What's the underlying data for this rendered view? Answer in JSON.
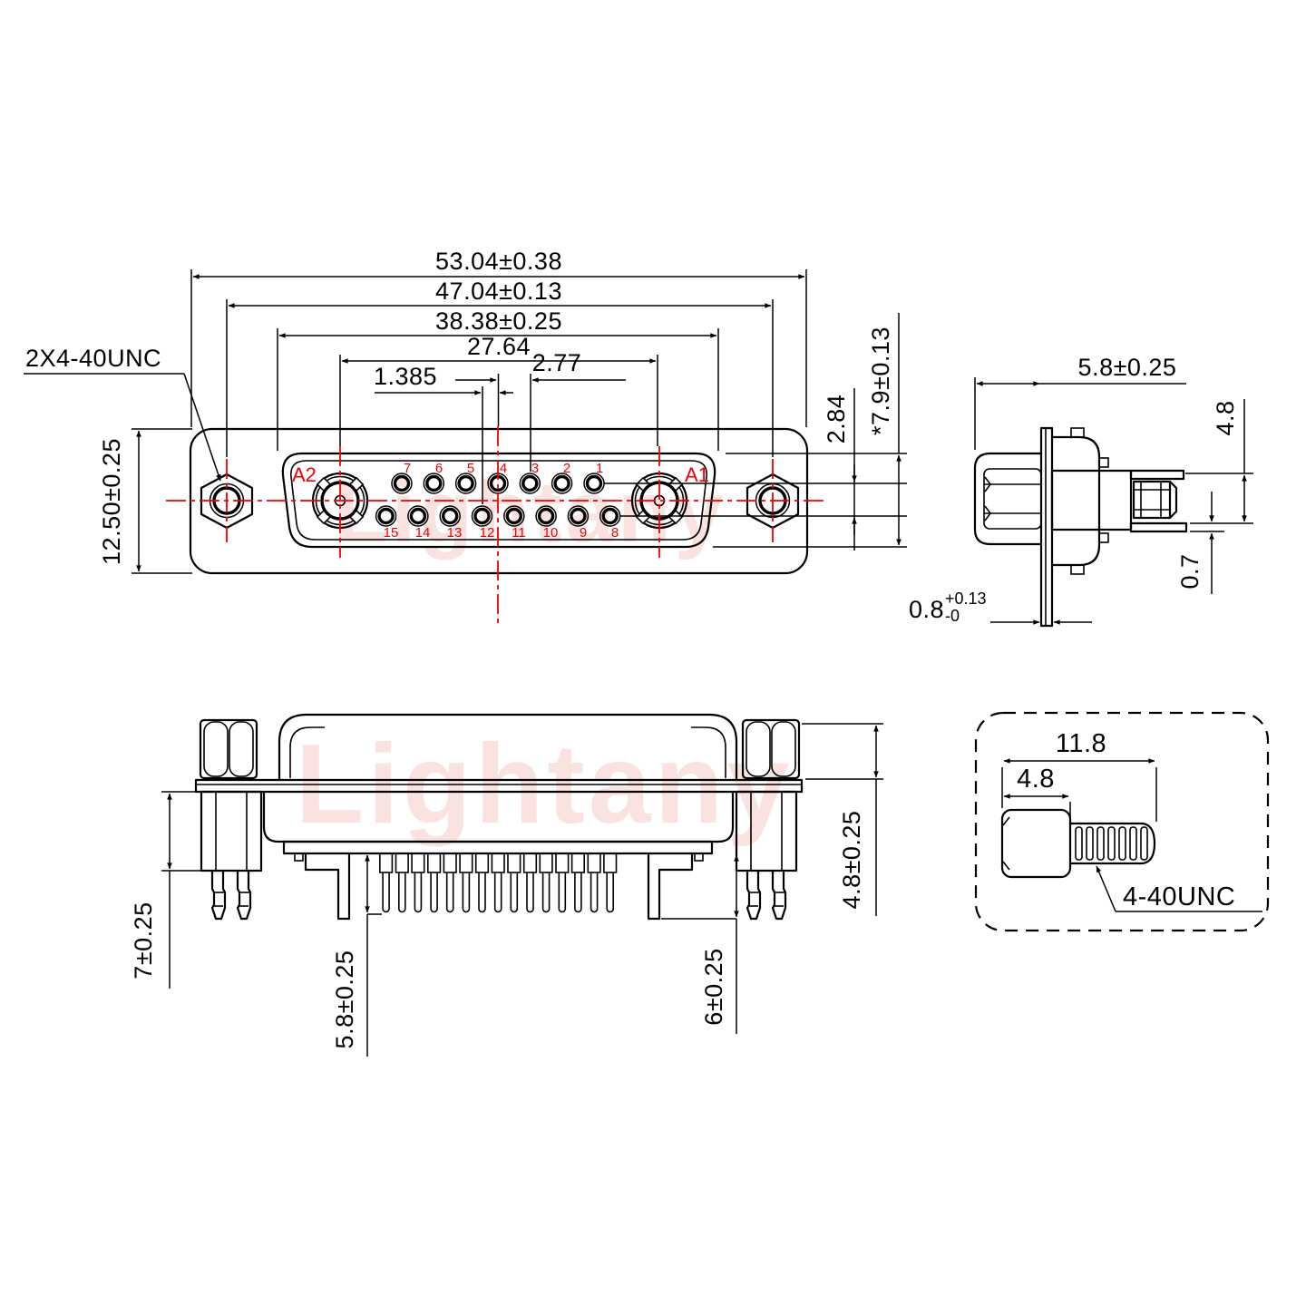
{
  "drawing": {
    "watermark": "Lightany",
    "colors": {
      "line": "#000000",
      "centerline_red": "#f00000",
      "watermark_pink": "#f6d2ce"
    },
    "front": {
      "thread_callout": "2X4-40UNC",
      "dim_flange_width": "53.04±0.38",
      "dim_mount_span": "47.04±0.13",
      "dim_shell_width": "38.38±0.25",
      "dim_coax_span": "27.64",
      "dim_half_pitch": "1.385",
      "dim_pitch": "2.77",
      "dim_row_gap": "2.84",
      "dim_shell_height": "*7.9±0.13",
      "dim_flange_height": "12.50±0.25",
      "coax_left_label": "A2",
      "coax_right_label": "A1",
      "pins_top": [
        "7",
        "6",
        "5",
        "4",
        "3",
        "2",
        "1"
      ],
      "pins_bottom": [
        "15",
        "14",
        "13",
        "12",
        "11",
        "10",
        "9",
        "8"
      ]
    },
    "side": {
      "dim_shell_depth": "5.8±0.25",
      "dim_contact_height": "4.8",
      "dim_plate_thickness": "0.8",
      "dim_plate_tol_plus": "+0.13",
      "dim_plate_tol_minus": "-0",
      "dim_pin_thickness": "0.7"
    },
    "bottom": {
      "dim_bracket_length": "7±0.25",
      "dim_pin_length": "5.8±0.25",
      "dim_coax_tail_length": "6±0.25",
      "dim_standoff_height": "4.8±0.25"
    },
    "screw": {
      "dim_total_length": "11.8",
      "dim_head_length": "4.8",
      "thread_label": "4-40UNC"
    }
  }
}
